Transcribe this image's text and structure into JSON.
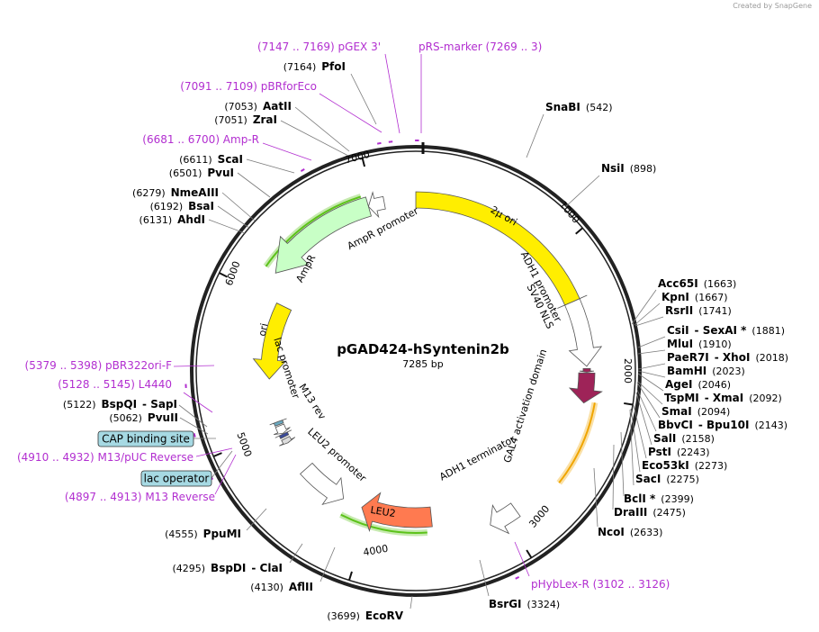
{
  "app": {
    "watermark": "Created by SnapGene"
  },
  "plasmid": {
    "name": "pGAD424-hSyntenin2b",
    "length_label": "7285 bp",
    "length": 7285
  },
  "ticks": [
    "1000",
    "2000",
    "3000",
    "4000",
    "5000",
    "6000",
    "7000"
  ],
  "sites": [
    {
      "parts": [
        "SnaBI",
        "(542)"
      ]
    },
    {
      "parts": [
        "NsiI",
        "(898)"
      ]
    },
    {
      "parts": [
        "Acc65I",
        "(1663)"
      ]
    },
    {
      "parts": [
        "KpnI",
        "(1667)"
      ]
    },
    {
      "parts": [
        "RsrII",
        "(1741)"
      ]
    },
    {
      "parts": [
        "CsiI",
        "- SexAI *",
        "(1881)"
      ]
    },
    {
      "parts": [
        "MluI",
        "(1910)"
      ]
    },
    {
      "parts": [
        "PaeR7I",
        "- XhoI",
        "(2018)"
      ]
    },
    {
      "parts": [
        "BamHI",
        "(2023)"
      ]
    },
    {
      "parts": [
        "AgeI",
        "(2046)"
      ]
    },
    {
      "parts": [
        "TspMI",
        "- XmaI",
        "(2092)"
      ]
    },
    {
      "parts": [
        "SmaI",
        "(2094)"
      ]
    },
    {
      "parts": [
        "BbvCI",
        "- Bpu10I",
        "(2143)"
      ]
    },
    {
      "parts": [
        "SalI",
        "(2158)"
      ]
    },
    {
      "parts": [
        "PstI",
        "(2243)"
      ]
    },
    {
      "parts": [
        "Eco53kI",
        "(2273)"
      ]
    },
    {
      "parts": [
        "SacI",
        "(2275)"
      ]
    },
    {
      "parts": [
        "BclI *",
        "(2399)"
      ]
    },
    {
      "parts": [
        "DraIII",
        "(2475)"
      ]
    },
    {
      "parts": [
        "NcoI",
        "(2633)"
      ]
    },
    {
      "parts": [
        "BsrGI",
        "(3324)"
      ]
    },
    {
      "parts": [
        "(3699)",
        "EcoRV"
      ]
    },
    {
      "parts": [
        "(4130)",
        "AflII"
      ]
    },
    {
      "parts": [
        "(4295)",
        "BspDI",
        "- ClaI"
      ]
    },
    {
      "parts": [
        "(4555)",
        "PpuMI"
      ]
    },
    {
      "parts": [
        "(5062)",
        "PvuII"
      ]
    },
    {
      "parts": [
        "(5122)",
        "BspQI",
        "- SapI"
      ]
    },
    {
      "parts": [
        "(6131)",
        "AhdI"
      ]
    },
    {
      "parts": [
        "(6192)",
        "BsaI"
      ]
    },
    {
      "parts": [
        "(6279)",
        "NmeAIII"
      ]
    },
    {
      "parts": [
        "(6501)",
        "PvuI"
      ]
    },
    {
      "parts": [
        "(6611)",
        "ScaI"
      ]
    },
    {
      "parts": [
        "(7051)",
        "ZraI"
      ]
    },
    {
      "parts": [
        "(7053)",
        "AatII"
      ]
    },
    {
      "parts": [
        "(7164)",
        "PfoI"
      ]
    }
  ],
  "primers": [
    {
      "text": "(7147 .. 7169)  pGEX 3'"
    },
    {
      "text": "pRS-marker    (7269 .. 3)"
    },
    {
      "text": "(7091 .. 7109)  pBRforEco"
    },
    {
      "text": "(6681 .. 6700)  Amp-R"
    },
    {
      "text": "(5379 .. 5398)  pBR322ori-F"
    },
    {
      "text": "(5128 .. 5145)  L4440"
    },
    {
      "text": "(4910 .. 4932)  M13/pUC Reverse"
    },
    {
      "text": "(4897 .. 4913)  M13 Reverse"
    },
    {
      "text": "pHybLex-R    (3102 .. 3126)"
    }
  ],
  "boxed_features": [
    {
      "text": "CAP binding site"
    },
    {
      "text": "lac operator"
    }
  ],
  "features": [
    {
      "label": "2µ ori"
    },
    {
      "label": "ADH1 promoter"
    },
    {
      "label": "SV40 NLS"
    },
    {
      "label": "GAL4 activation domain"
    },
    {
      "label": "ADH1 terminator"
    },
    {
      "label": "LEU2"
    },
    {
      "label": "LEU2 promoter"
    },
    {
      "label": "M13 rev"
    },
    {
      "label": "lac promoter"
    },
    {
      "label": "ori"
    },
    {
      "label": "AmpR"
    },
    {
      "label": "AmpR promoter"
    }
  ],
  "colors": {
    "backbone": "#222222",
    "primer": "#b22fd0",
    "ori": "#ffee00",
    "gal4": "#9e2358",
    "leu2": "#ff7a50",
    "ampr": "#c8ffc6",
    "orf_arc_orange": "#f0a500",
    "orf_arc_green": "#5cc21a",
    "boxed_bg": "#a6d9e3"
  }
}
